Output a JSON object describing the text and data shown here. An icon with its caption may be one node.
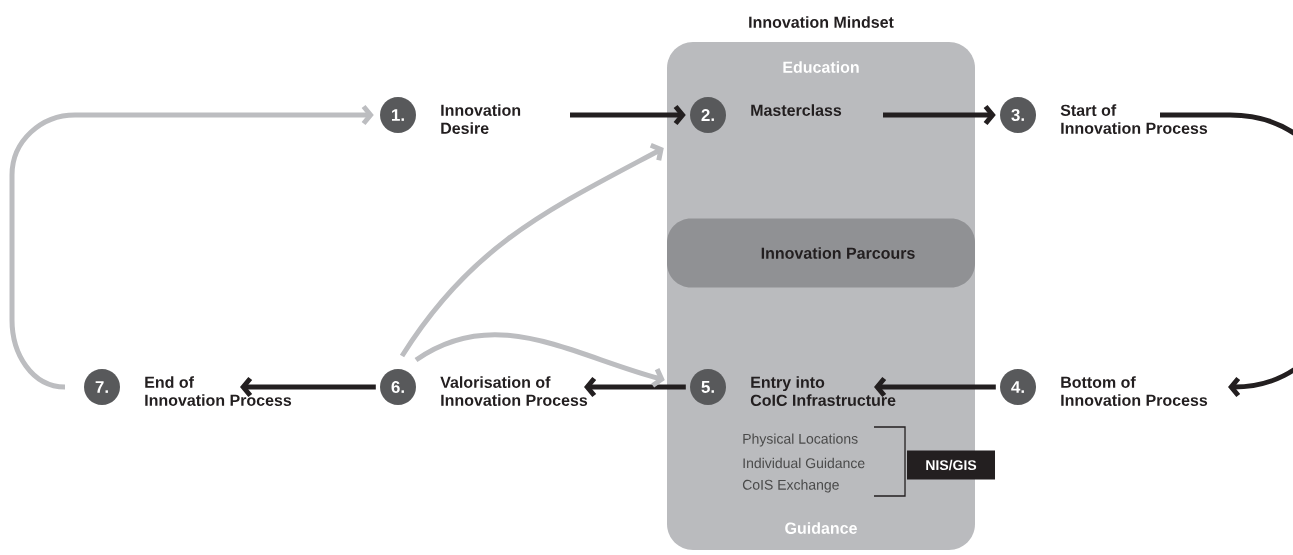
{
  "diagram": {
    "nodes": [
      {
        "text": [
          "Innovation Mindset",
          "Education",
          "Guidance"
        ]
      },
      {
        "text": [
          "Innovation Parcours"
        ],
        "in": 0
      },
      {
        "text": [
          "1."
        ],
        "beside": [
          "Innovation Desire"
        ]
      },
      {
        "text": [
          "2."
        ],
        "beside": [
          "Masterclass"
        ],
        "in": 0
      },
      {
        "text": [
          "3."
        ],
        "beside": [
          "Start of Innovation Process"
        ]
      },
      {
        "text": [
          "4."
        ],
        "beside": [
          "Bottom of Innovation Process"
        ]
      },
      {
        "text": [
          "5."
        ],
        "beside": [
          "Entry into CoIC Infrastructure"
        ],
        "in": 0
      },
      {
        "text": [
          "6."
        ],
        "beside": [
          "Valorisation of Innovation Process"
        ]
      },
      {
        "text": [
          "7."
        ],
        "beside": [
          "End of Innovation Process"
        ]
      },
      {
        "text": [
          "NIS/GIS"
        ]
      }
    ],
    "edges": [
      {
        "from": 2,
        "to": 3,
        "arrow": "to"
      },
      {
        "from": 3,
        "to": 4,
        "arrow": "to"
      },
      {
        "from": 4,
        "to": 5,
        "arrow": "to"
      },
      {
        "from": 5,
        "to": 6,
        "arrow": "to"
      },
      {
        "from": 6,
        "to": 7,
        "arrow": "to"
      },
      {
        "from": 7,
        "to": 8,
        "arrow": "to"
      },
      {
        "from": 8,
        "to": 2,
        "arrow": "to",
        "color": "#bcbdc0"
      },
      {
        "from": 7,
        "to": 0,
        "arrow": "to",
        "color": "#bcbdc0"
      },
      {
        "from": 7,
        "to": 0,
        "arrow": "to",
        "color": "#bcbdc0"
      }
    ],
    "labels": [
      "Physical Locations",
      "Individual Guidance",
      "CoIS Exchange"
    ]
  }
}
